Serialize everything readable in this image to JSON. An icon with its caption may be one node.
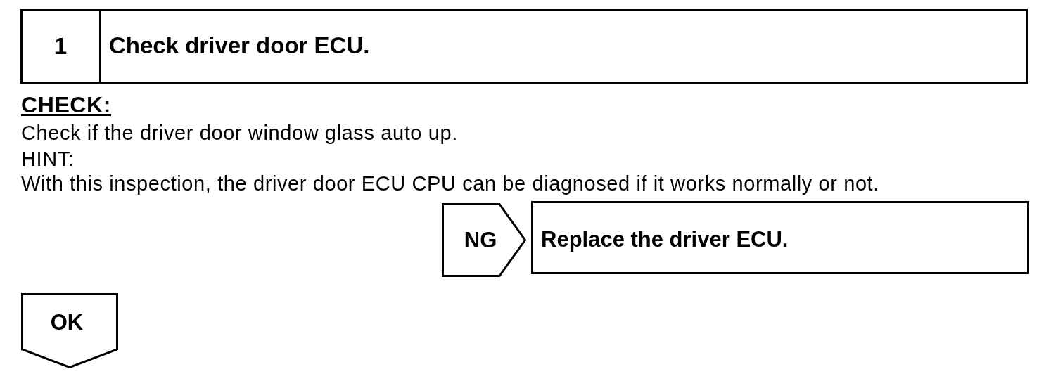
{
  "diagram": {
    "nodes": [
      {
        "text": [
          "1",
          "Check driver door ECU."
        ]
      },
      {
        "text": [
          "NG"
        ]
      },
      {
        "text": [
          "Replace the driver ECU."
        ]
      },
      {
        "text": [
          "OK"
        ]
      }
    ],
    "labels": [
      "CHECK:",
      "Check if the driver door window glass auto up.",
      "HINT:",
      "With this inspection, the driver door ECU CPU can be diagnosed if it works normally or not."
    ]
  }
}
